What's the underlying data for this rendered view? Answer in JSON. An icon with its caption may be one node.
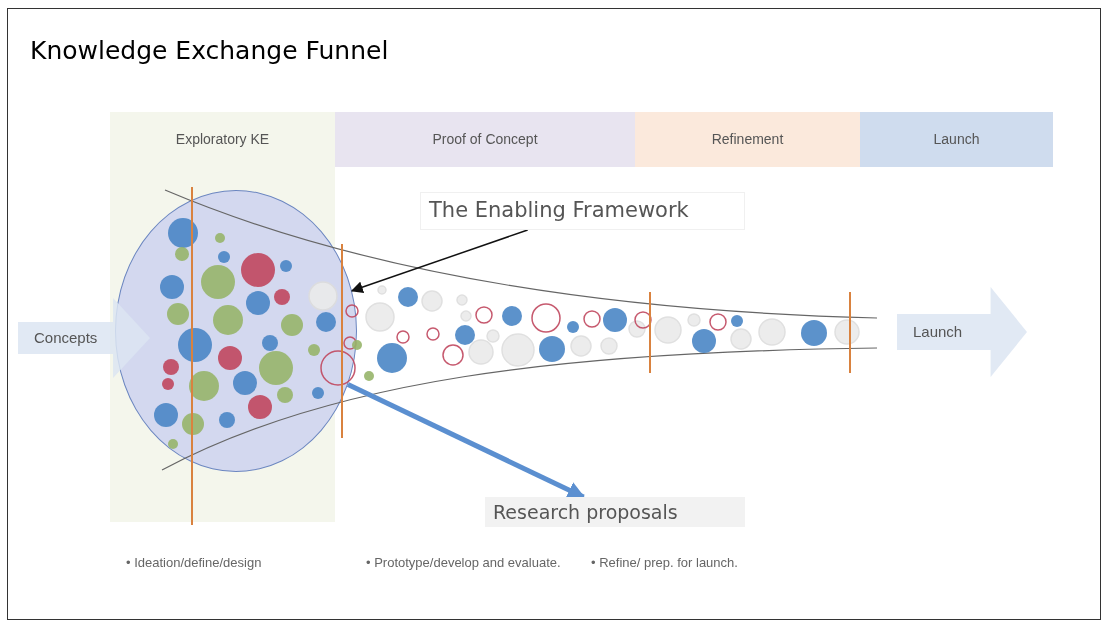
{
  "diagram": {
    "title": "Knowledge Exchange Funnel",
    "nodes": [
      {
        "text": [
          "Exploratory KE"
        ]
      },
      {
        "text": [
          "Proof of Concept"
        ]
      },
      {
        "text": [
          "Refinement"
        ]
      },
      {
        "text": [
          "Launch"
        ]
      },
      {
        "text": [
          "Concepts"
        ]
      },
      {
        "text": [],
        "shape": "circle"
      },
      {
        "text": [
          "The Enabling Framework"
        ]
      },
      {
        "text": [
          "Research proposals"
        ]
      },
      {
        "text": [
          "Launch"
        ]
      }
    ],
    "edges": [
      {
        "from": 6,
        "to": 5,
        "arrow": "to"
      },
      {
        "from": 5,
        "to": 7,
        "arrow": "to",
        "style": "thick",
        "color": "#5b8fd0"
      }
    ],
    "labels": [
      "• Ideation/define/design",
      "• Prototype/develop and evaluate.",
      "• Refine/ prep. for launch."
    ]
  }
}
